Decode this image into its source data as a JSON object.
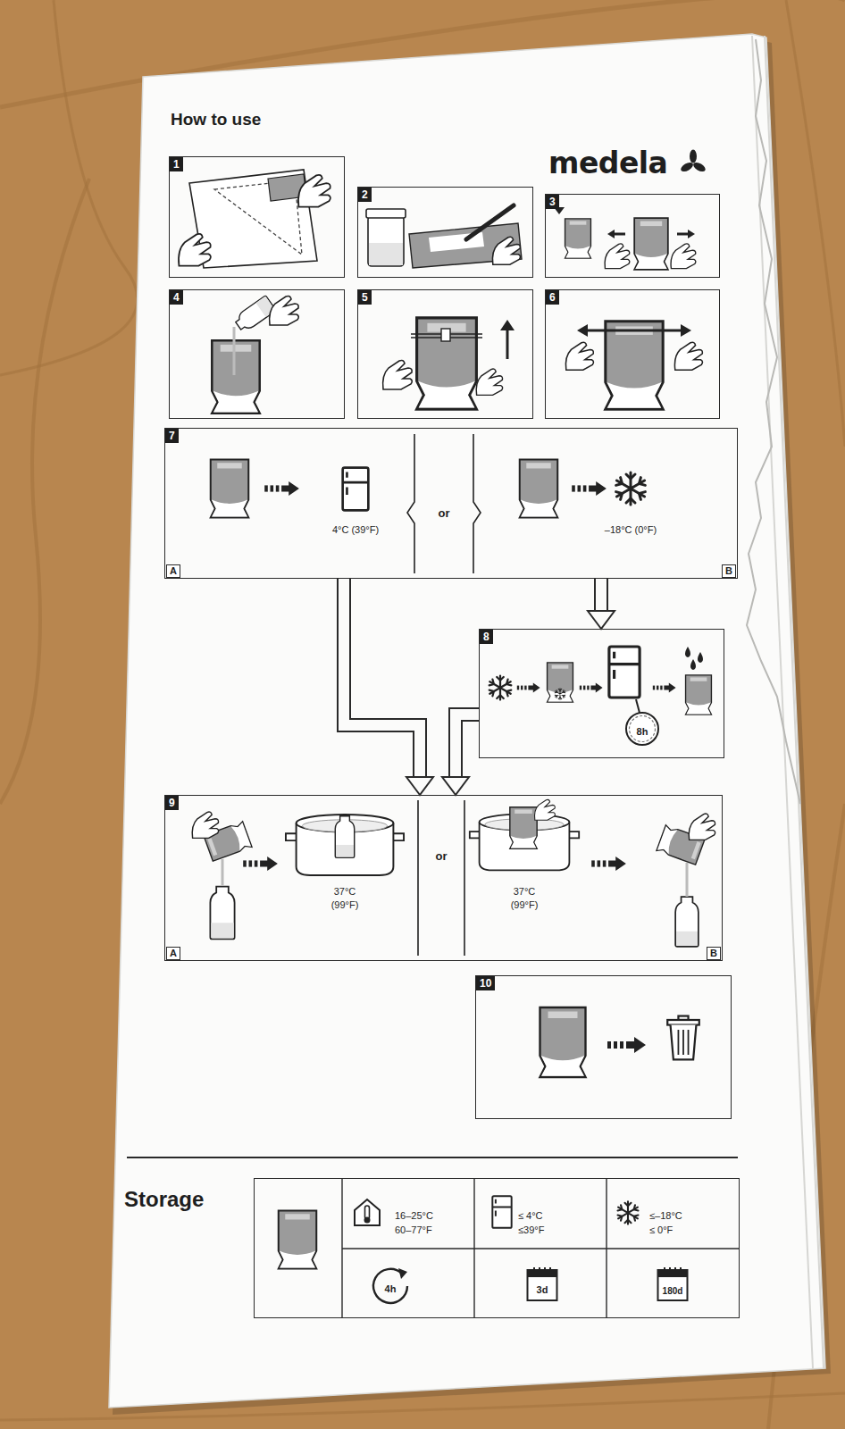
{
  "diagram": {
    "title": "How to use",
    "nodes": [
      {
        "text": [
          "1"
        ]
      },
      {
        "text": [
          "2"
        ]
      },
      {
        "text": [
          "3"
        ]
      },
      {
        "text": [
          "4"
        ]
      },
      {
        "text": [
          "5"
        ]
      },
      {
        "text": [
          "6"
        ]
      },
      {
        "text": [
          "7"
        ]
      },
      {
        "text": [
          "8"
        ]
      },
      {
        "text": [
          "9"
        ]
      },
      {
        "text": [
          "10"
        ]
      },
      {
        "text": [
          "Storage"
        ]
      }
    ],
    "edges": [
      {
        "from": 6,
        "to": 8,
        "arrow": "to"
      },
      {
        "from": 6,
        "to": 7,
        "arrow": "to"
      },
      {
        "from": 7,
        "to": 8,
        "arrow": "to"
      }
    ],
    "labels": [
      "medela",
      "4°C (39°F)",
      "or",
      "–18°C (0°F)",
      "A",
      "B",
      "8h",
      "37°C",
      "(99°F)",
      "or",
      "37°C",
      "(99°F)",
      "A",
      "B",
      "16–25°C",
      "60–77°F",
      "4h",
      "≤ 4°C",
      "≤39°F",
      "3d",
      "≤–18°C",
      "≤ 0°F",
      "180d"
    ]
  }
}
